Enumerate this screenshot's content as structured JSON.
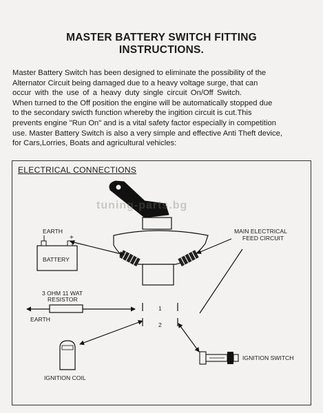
{
  "title": {
    "line1": "MASTER BATTERY SWITCH FITTING",
    "line2": "INSTRUCTIONS."
  },
  "intro_lines": [
    "Master Battery Switch has been designed to eliminate the possibility of the",
    "Alternator Circuit being damaged due to a heavy voltage surge, that can",
    "occur with the use of a heavy duty single circuit On/Off Switch.",
    "When turned to the Off position the engine will be automatically stopped due",
    "to the secondary swicth function whereby the ingition circuit is cut.This",
    "prevents engine \"Run On\" and is a vital safety factor especially in competition",
    "use. Master Battery Switch is also a very simple and effective Anti Theft device,",
    "for Cars,Lorries, Boats and agricultural vehicles:"
  ],
  "diagram": {
    "heading": "ELECTRICAL CONNECTIONS",
    "watermark": "tuning-parts.bg",
    "labels": {
      "earth_top": "EARTH",
      "battery": "BATTERY",
      "battery_plus": "+",
      "battery_minus": "-",
      "main_feed_1": "MAIN ELECTRICAL",
      "main_feed_2": "FEED CIRCUIT",
      "resistor_1": "3 OHM 11 WAT",
      "resistor_2": "RESISTOR",
      "earth_bottom": "EARTH",
      "terminal_1": "1",
      "terminal_2": "2",
      "ignition_switch": "IGNITION SWITCH",
      "ignition_coil": "IGNITION COIL"
    }
  }
}
